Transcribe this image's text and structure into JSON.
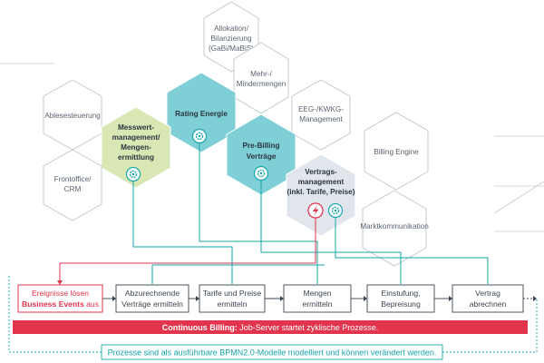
{
  "hexes": {
    "allokation": [
      "Allokation/",
      "Bilanzierung",
      "(GaBi/MaBiS)"
    ],
    "mehr_minder": [
      "Mehr-/",
      "Mindermengen"
    ],
    "ablesesteuerung": [
      "Ablesesteuerung"
    ],
    "rating": [
      "Rating Energie"
    ],
    "eeg": [
      "EEG-/KWKG-",
      "Management"
    ],
    "messwert": [
      "Messwert-",
      "management/",
      "Mengen-",
      "ermittlung"
    ],
    "prebilling": [
      "Pre-Billing",
      "Verträge"
    ],
    "billing_engine": [
      "Billing Engine"
    ],
    "frontoffice": [
      "Frontoffice/",
      "CRM"
    ],
    "vertrags": [
      "Vertrags-",
      "management",
      "(inkl. Tarife, Preise)"
    ],
    "markt": [
      "Marktkommunikation"
    ]
  },
  "process": {
    "start": {
      "line1": "Ereignisse lösen",
      "line2_bold": "Business Events",
      "line2_rest": " aus"
    },
    "steps": [
      [
        "Abzurechnende",
        "Verträge ermitteln"
      ],
      [
        "Tarife und Preise",
        "ermitteln"
      ],
      [
        "Mengen",
        "ermitteln"
      ],
      [
        "Einstufung,",
        "Bepreisung"
      ],
      [
        "Vertrag",
        "abrechnen"
      ]
    ]
  },
  "bar": {
    "bold": "Continuous Billing:",
    "rest": " Job-Server startet zyklische Prozesse."
  },
  "footer": "Prozesse sind als ausführbare BPMN2.0-Modelle modelliert und können verändert werden.",
  "colors": {
    "teal": "#17a6ab",
    "teal_fill": "#7fcfd6",
    "green_fill": "#d8e7b4",
    "gray_fill": "#e1e6ec",
    "red": "#e2344d",
    "hex_stroke": "#c4cad1"
  }
}
